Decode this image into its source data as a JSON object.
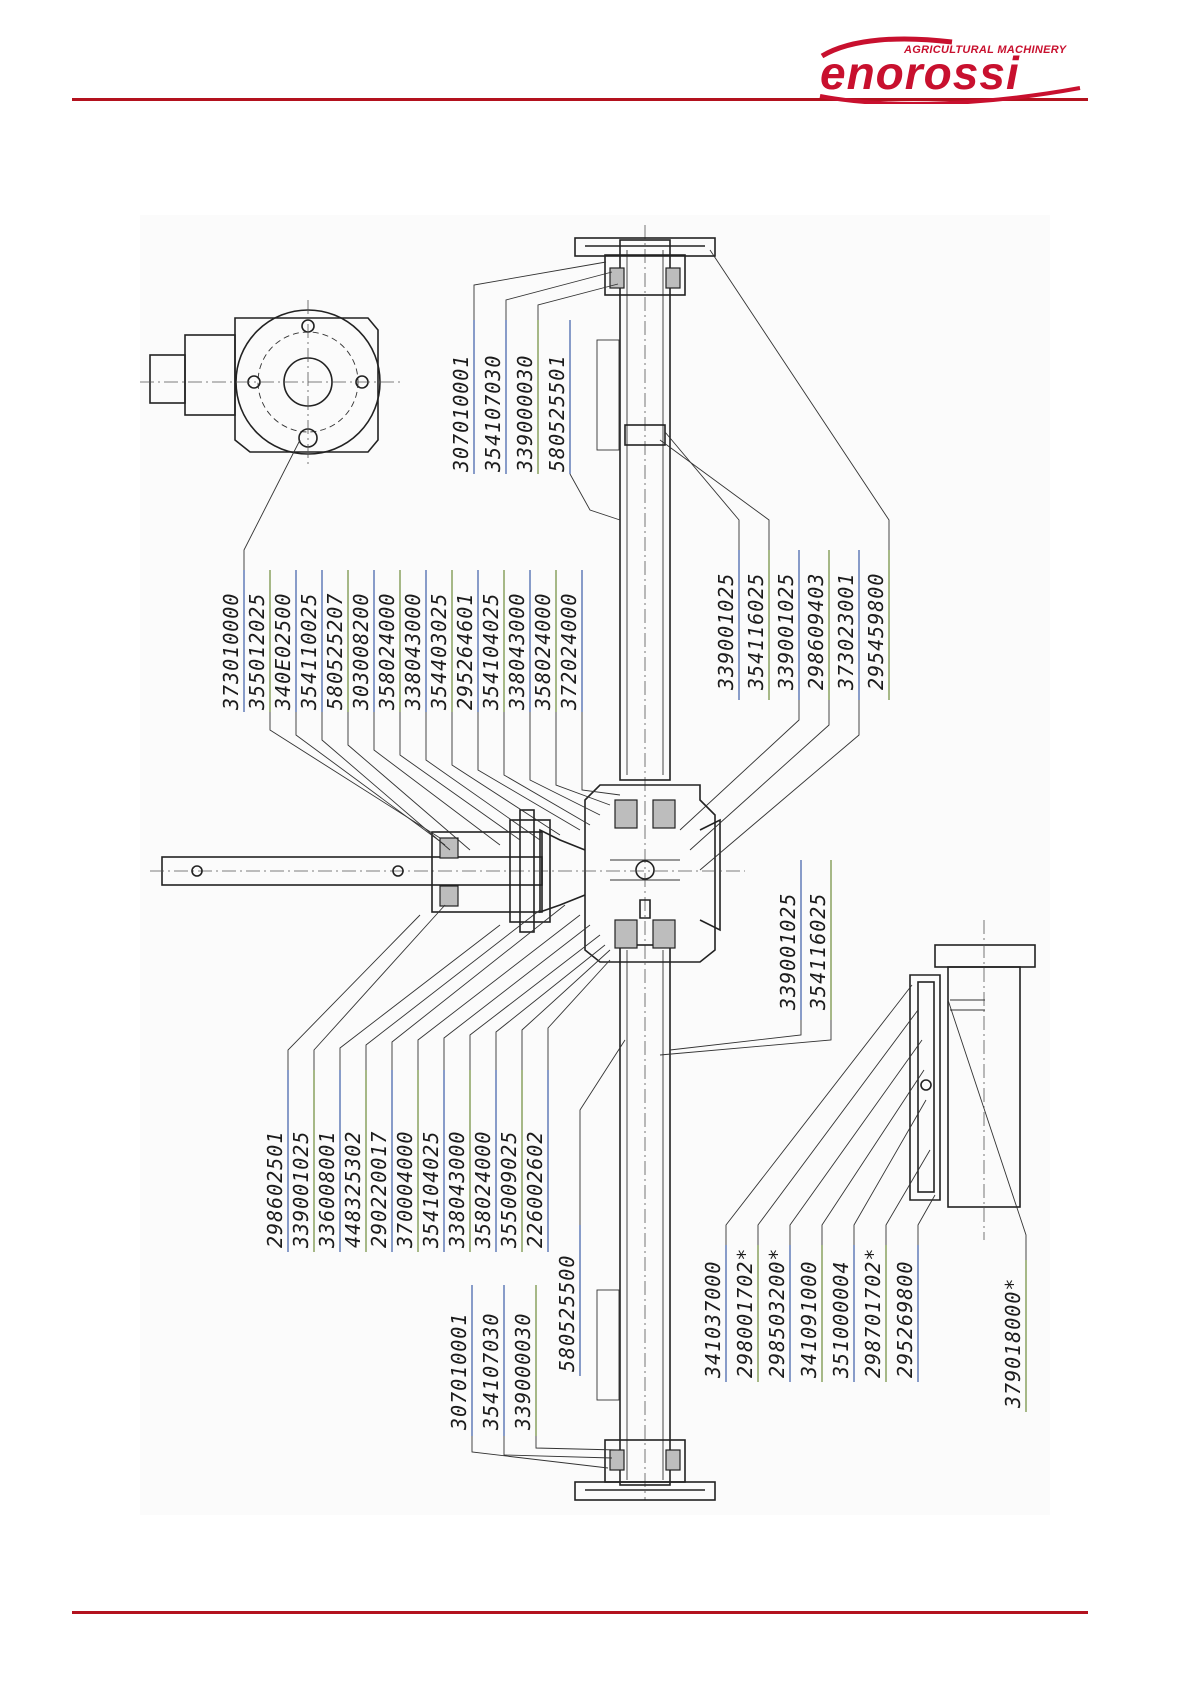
{
  "logo": {
    "brand": "enorossi",
    "tagline": "AGRICULTURAL MACHINERY",
    "brand_color": "#c8102e"
  },
  "accent_color": "#b3121e",
  "groups": {
    "top_right": [
      "307010001",
      "354107030",
      "339000030",
      "580525501"
    ],
    "top_center": [
      "373010000",
      "355012025",
      "340E02500",
      "354110025",
      "580525207",
      "303008200",
      "358024000",
      "338043000",
      "354403025",
      "295264601",
      "354104025",
      "338043000",
      "358024000",
      "372024000"
    ],
    "top_far_right": [
      "339001025",
      "354116025",
      "339001025",
      "298609403",
      "373023001",
      "295459800"
    ],
    "middle_right": [
      "339001025",
      "354116025"
    ],
    "bottom_center": [
      "298602501",
      "339001025",
      "336008001",
      "448325302",
      "290220017",
      "370004000",
      "354104025",
      "338043000",
      "358024000",
      "355009025",
      "226002602"
    ],
    "bottom_left": [
      "307010001",
      "354107030",
      "339000030",
      "580525500"
    ],
    "bottom_right_detail": [
      "341037000",
      "298001702*",
      "298503200*",
      "341091000",
      "351000004",
      "298701702*",
      "295269800",
      "379018000*"
    ]
  }
}
